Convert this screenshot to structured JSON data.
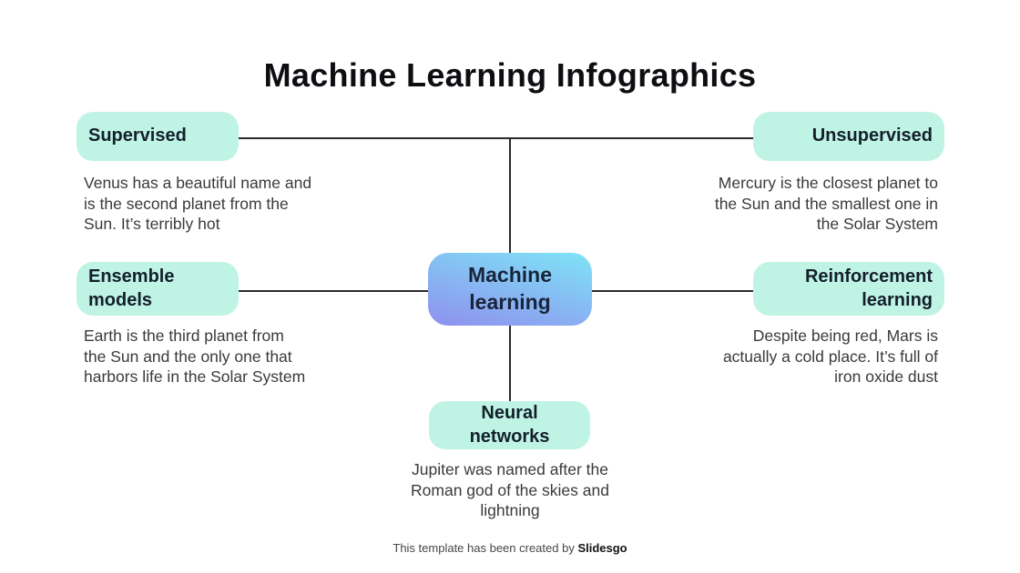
{
  "title": "Machine Learning Infographics",
  "center_node": {
    "label": "Machine\nlearning"
  },
  "nodes": [
    {
      "id": "supervised",
      "label": "Supervised",
      "description": "Venus has a beautiful name and\nis the second planet from the\nSun. It’s terribly hot"
    },
    {
      "id": "unsupervised",
      "label": "Unsupervised",
      "description": "Mercury is the closest planet to\nthe Sun and the smallest one in\nthe Solar System"
    },
    {
      "id": "ensemble-models",
      "label": "Ensemble\nmodels",
      "description": "Earth is the third planet from\nthe Sun and the only one that\nharbors life in the Solar System"
    },
    {
      "id": "reinforcement-learning",
      "label": "Reinforcement\nlearning",
      "description": "Despite being red, Mars is\nactually a cold place. It’s full of\niron oxide dust"
    },
    {
      "id": "neural-networks",
      "label": "Neural\nnetworks",
      "description": "Jupiter was named after the\nRoman god of the skies and\nlightning"
    }
  ],
  "footer": {
    "text": "This template has been created by ",
    "brand": "Slidesgo"
  },
  "colors": {
    "pill_background": "#bff4e5",
    "center_gradient_top": "#7ee4f6",
    "center_gradient_bottom": "#8f90ef",
    "connector_line": "#2a2a2e",
    "title_text": "#0e0e12",
    "body_text": "#3a3a3c"
  }
}
